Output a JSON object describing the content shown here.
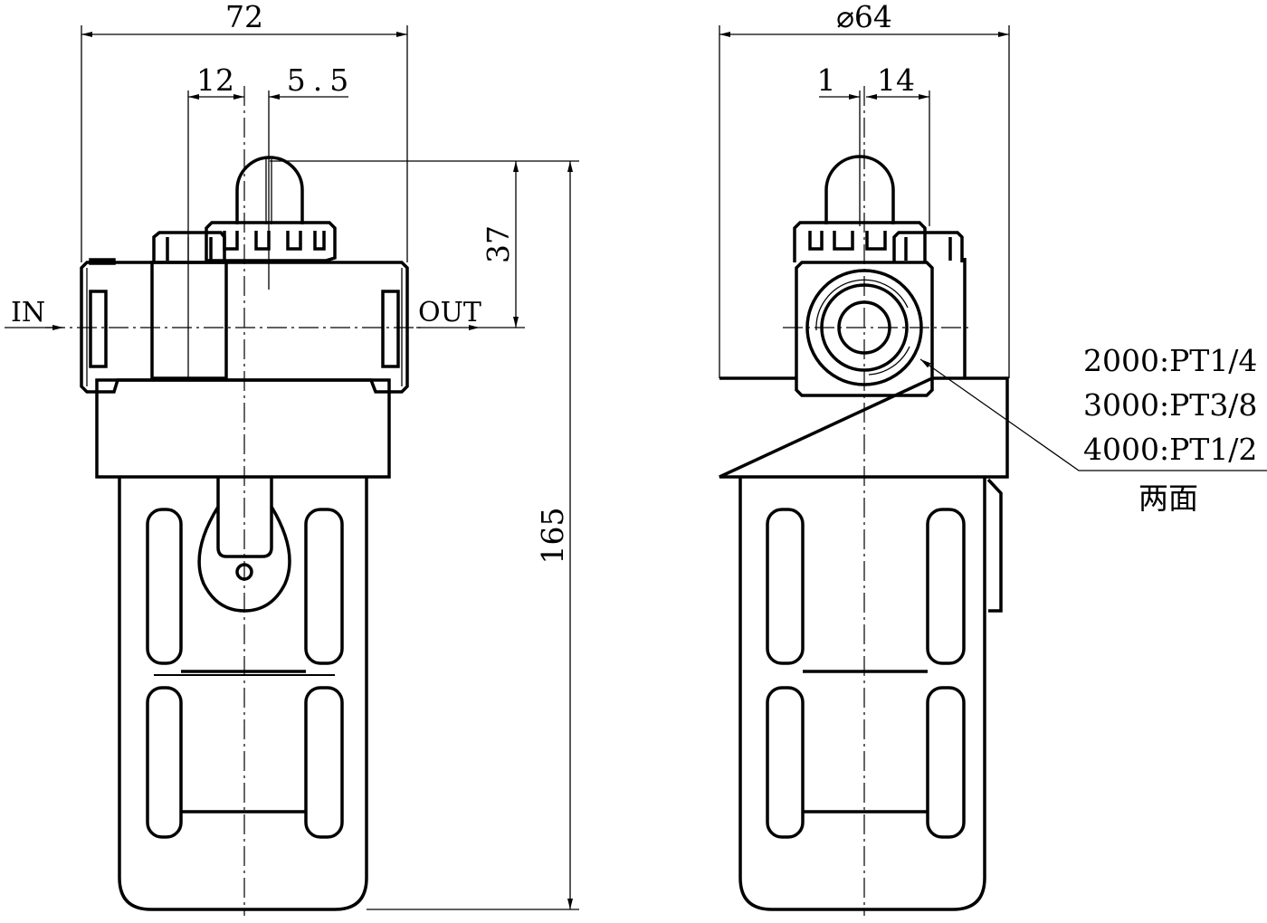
{
  "left_view": {
    "dim_width": "72",
    "dim_offset_a": "12",
    "dim_offset_b": "5.5",
    "dim_height_top": "37",
    "dim_height_total": "165",
    "inlet_label": "IN",
    "outlet_label": "OUT"
  },
  "right_view": {
    "dim_diameter": "⌀64",
    "dim_offset_a": "1",
    "dim_offset_b": "14",
    "port_specs": [
      "2000:PT1/4",
      "3000:PT3/8",
      "4000:PT1/2"
    ],
    "port_note": "两面"
  }
}
